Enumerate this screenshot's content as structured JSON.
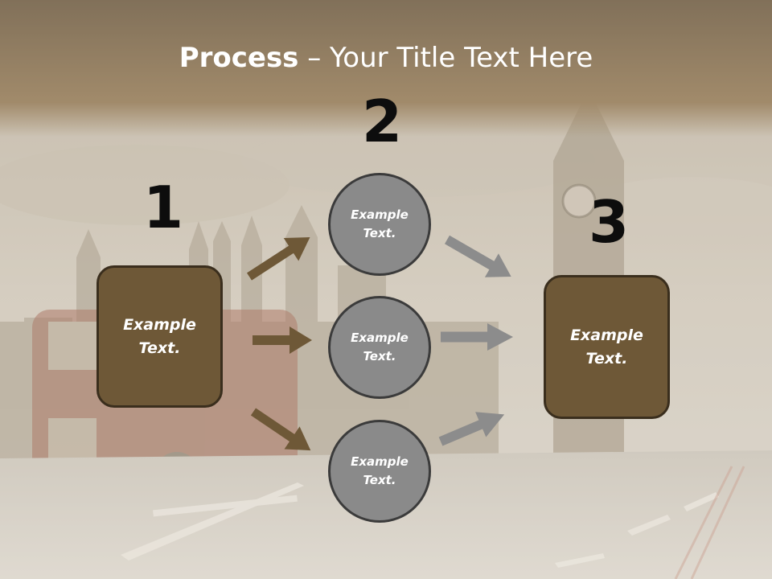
{
  "title": {
    "bold": "Process",
    "rest": " – Your Title Text Here"
  },
  "steps": [
    {
      "number": "1",
      "text": "Example\nText."
    },
    {
      "number": "2"
    },
    {
      "number": "3",
      "text": "Example\nText."
    }
  ],
  "circles": [
    {
      "text": "Example\nText."
    },
    {
      "text": "Example\nText."
    },
    {
      "text": "Example\nText."
    }
  ],
  "colors": {
    "box_fill": "#6e5837",
    "box_arrow": "#6e5837",
    "circle_fill": "#8a8a8a",
    "circle_arrow": "#8c8c8c",
    "header": "#6a5535"
  }
}
